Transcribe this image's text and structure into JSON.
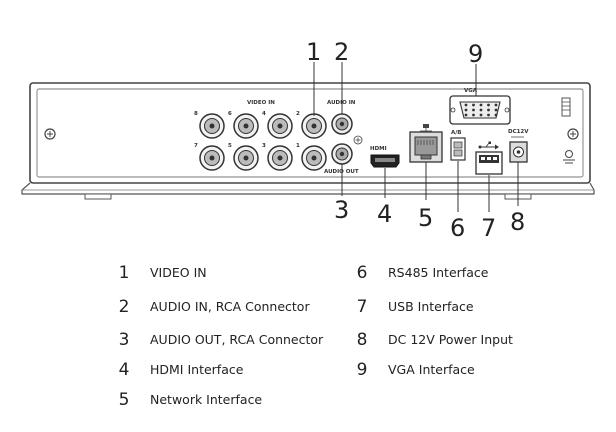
{
  "panel_labels": {
    "video_in": "VIDEO IN",
    "audio_in": "AUDIO IN",
    "audio_out": "AUDIO OUT",
    "hdmi": "HDMI",
    "vga": "VGA",
    "rs485": "A/B",
    "dc": "DC12V",
    "channel_numbers": [
      "8",
      "6",
      "4",
      "2",
      "7",
      "5",
      "3",
      "1"
    ]
  },
  "callouts": [
    "1",
    "2",
    "3",
    "4",
    "5",
    "6",
    "7",
    "8",
    "9"
  ],
  "legend": [
    {
      "num": "1",
      "text": "VIDEO IN"
    },
    {
      "num": "2",
      "text": "AUDIO IN, RCA Connector"
    },
    {
      "num": "3",
      "text": "AUDIO OUT, RCA Connector"
    },
    {
      "num": "4",
      "text": "HDMI Interface"
    },
    {
      "num": "5",
      "text": "Network Interface"
    },
    {
      "num": "6",
      "text": "RS485 Interface"
    },
    {
      "num": "7",
      "text": "USB Interface"
    },
    {
      "num": "8",
      "text": "DC 12V Power Input"
    },
    {
      "num": "9",
      "text": "VGA Interface"
    }
  ]
}
